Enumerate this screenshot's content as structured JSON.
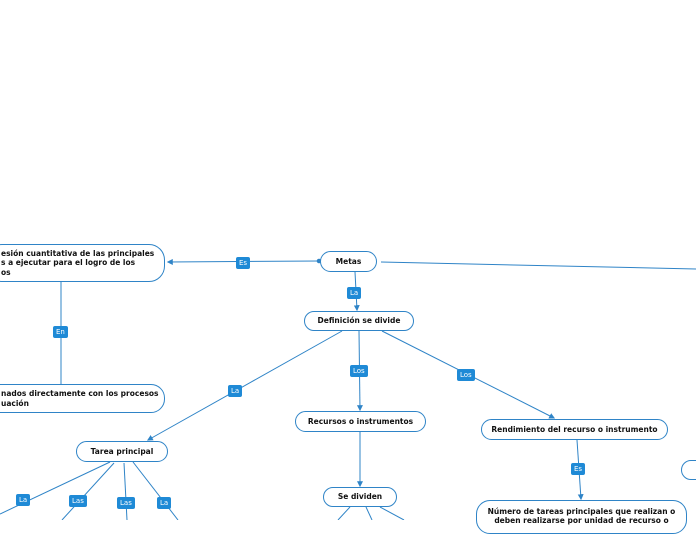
{
  "nodes": {
    "metas": "Metas",
    "expresion": "esión cuantitativa de las principales\ns a ejecutar para el logro de los\nos",
    "nados": "nados directamente con los procesos\nuación",
    "definicion": "Definición se divide",
    "recursos": "Recursos o instrumentos",
    "rendimiento": "Rendimiento del recurso o instrumento",
    "tarea": "Tarea principal",
    "se_dividen": "Se dividen",
    "numero": "Número de tareas principales que realizan o\ndeben realizarse por unidad de recurso o"
  },
  "connectors": {
    "es_left": "Es",
    "en": "En",
    "la_def": "La",
    "los_rec": "Los",
    "los_rend": "Los",
    "la_tarea": "La",
    "es_rend": "Es",
    "la_b1": "La",
    "las_b2": "Las",
    "las_b3": "Las",
    "la_b4": "La"
  },
  "colors": {
    "line": "#2f84c7",
    "tag": "#1f8ad6"
  }
}
